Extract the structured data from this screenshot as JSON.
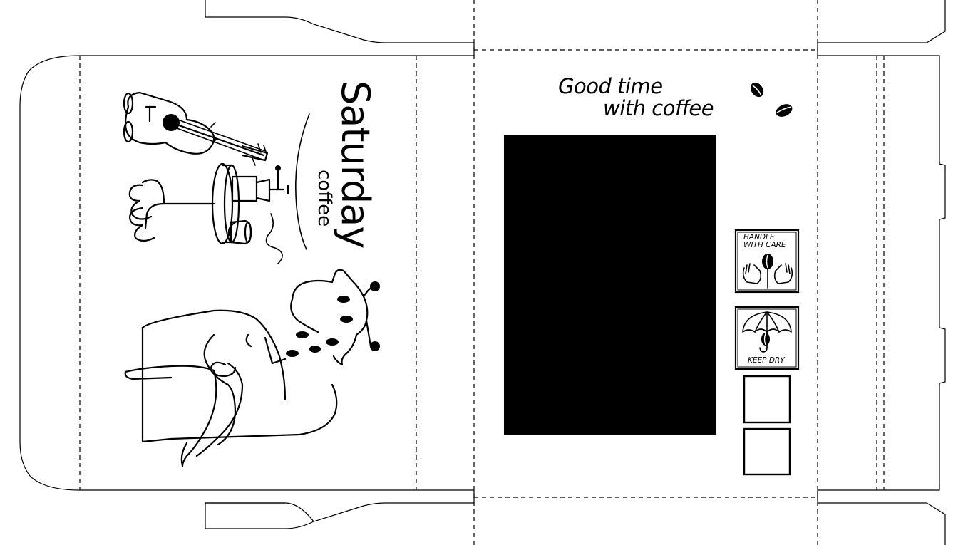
{
  "packaging": {
    "tagline": {
      "line1": "Good time",
      "line2": "with coffee"
    },
    "brand": {
      "name": "Saturday",
      "sub": "coffee"
    },
    "handling_labels": {
      "handle_with_care_line1": "HANDLE",
      "handle_with_care_line2": "WITH CARE",
      "keep_dry": "KEEP DRY"
    },
    "icons": [
      "coffee-bean-icon",
      "hands-holding-bean-icon",
      "umbrella-icon",
      "guitar-icon",
      "coffee-grinder-icon",
      "coffee-cup-icon",
      "giraffe-illustration"
    ],
    "colors": {
      "ink": "#000000",
      "paper": "#ffffff"
    }
  }
}
